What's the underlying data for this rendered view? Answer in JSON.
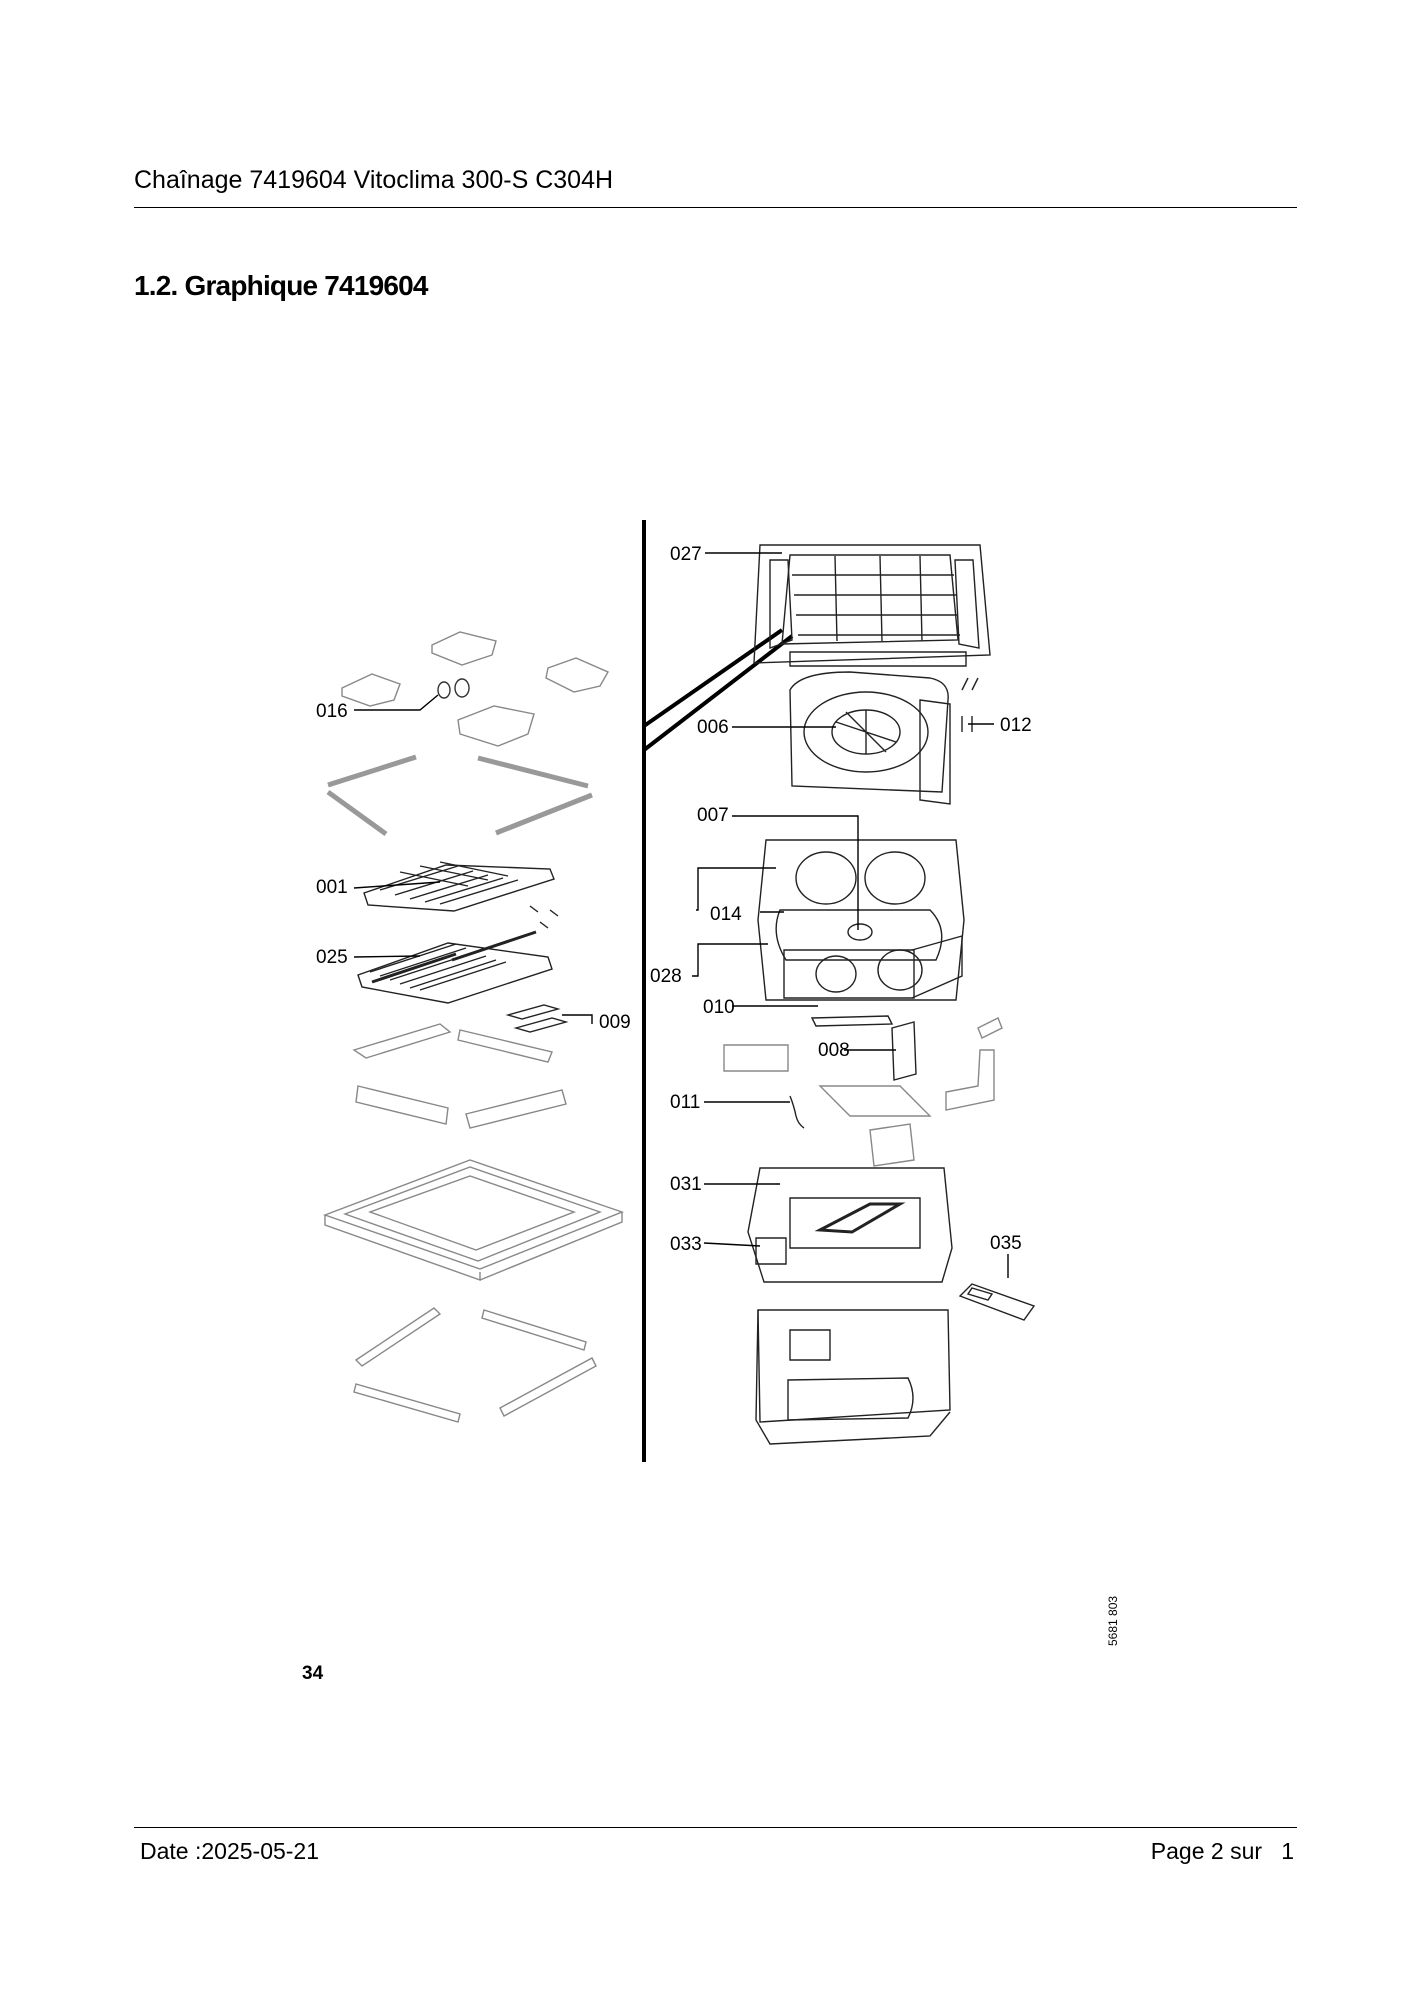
{
  "header": {
    "title": "Chaînage 7419604 Vitoclima 300-S C304H"
  },
  "section": {
    "title": "1.2. Graphique 7419604"
  },
  "figure": {
    "labels": {
      "l016": "016",
      "l001": "001",
      "l025": "025",
      "l009": "009",
      "l027": "027",
      "l006": "006",
      "l012": "012",
      "l007": "007",
      "l014": "014",
      "l028": "028",
      "l010": "010",
      "l008": "008",
      "l011": "011",
      "l031": "031",
      "l033": "033",
      "l035": "035"
    },
    "drawing_number": "5681 803"
  },
  "page_number": "34",
  "footer": {
    "date": "Date :2025-05-21",
    "page": "Page 2 sur   1"
  }
}
